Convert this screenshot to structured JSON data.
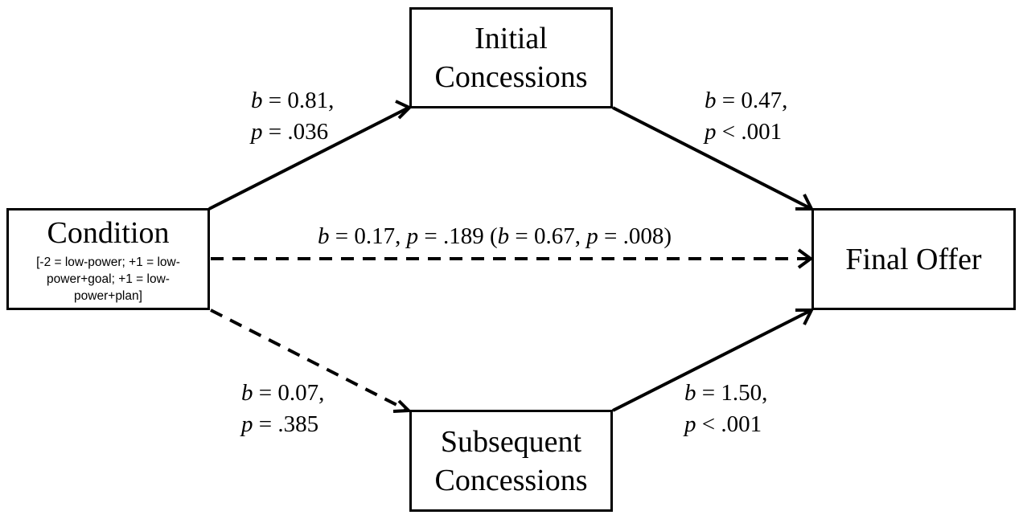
{
  "nodes": {
    "condition": {
      "title": "Condition",
      "subtitle": "[-2 = low-power; +1 = low-power+goal; +1 = low-power+plan]"
    },
    "initial": {
      "line1": "Initial",
      "line2": "Concessions"
    },
    "subsequent": {
      "line1": "Subsequent",
      "line2": "Concessions"
    },
    "final": {
      "title": "Final Offer"
    }
  },
  "paths": {
    "condition_to_initial": {
      "b_sym": "b",
      "b_val": "= 0.81,",
      "p_sym": "p",
      "p_val": "= .036",
      "style": "solid"
    },
    "initial_to_final": {
      "b_sym": "b",
      "b_val": "= 0.47,",
      "p_sym": "p",
      "p_val": "< .001",
      "style": "solid"
    },
    "condition_to_subsequent": {
      "b_sym": "b",
      "b_val": "= 0.07,",
      "p_sym": "p",
      "p_val": "= .385",
      "style": "dashed"
    },
    "subsequent_to_final": {
      "b_sym": "b",
      "b_val": "= 1.50,",
      "p_sym": "p",
      "p_val": "< .001",
      "style": "solid"
    },
    "condition_to_final": {
      "b_sym": "b",
      "b_val": "= 0.17,",
      "p_sym": "p",
      "p_val": "= .189 (",
      "b2_sym": "b",
      "b2_val": "= 0.67,",
      "p2_sym": "p",
      "p2_val": "= .008)",
      "style": "dashed"
    }
  }
}
